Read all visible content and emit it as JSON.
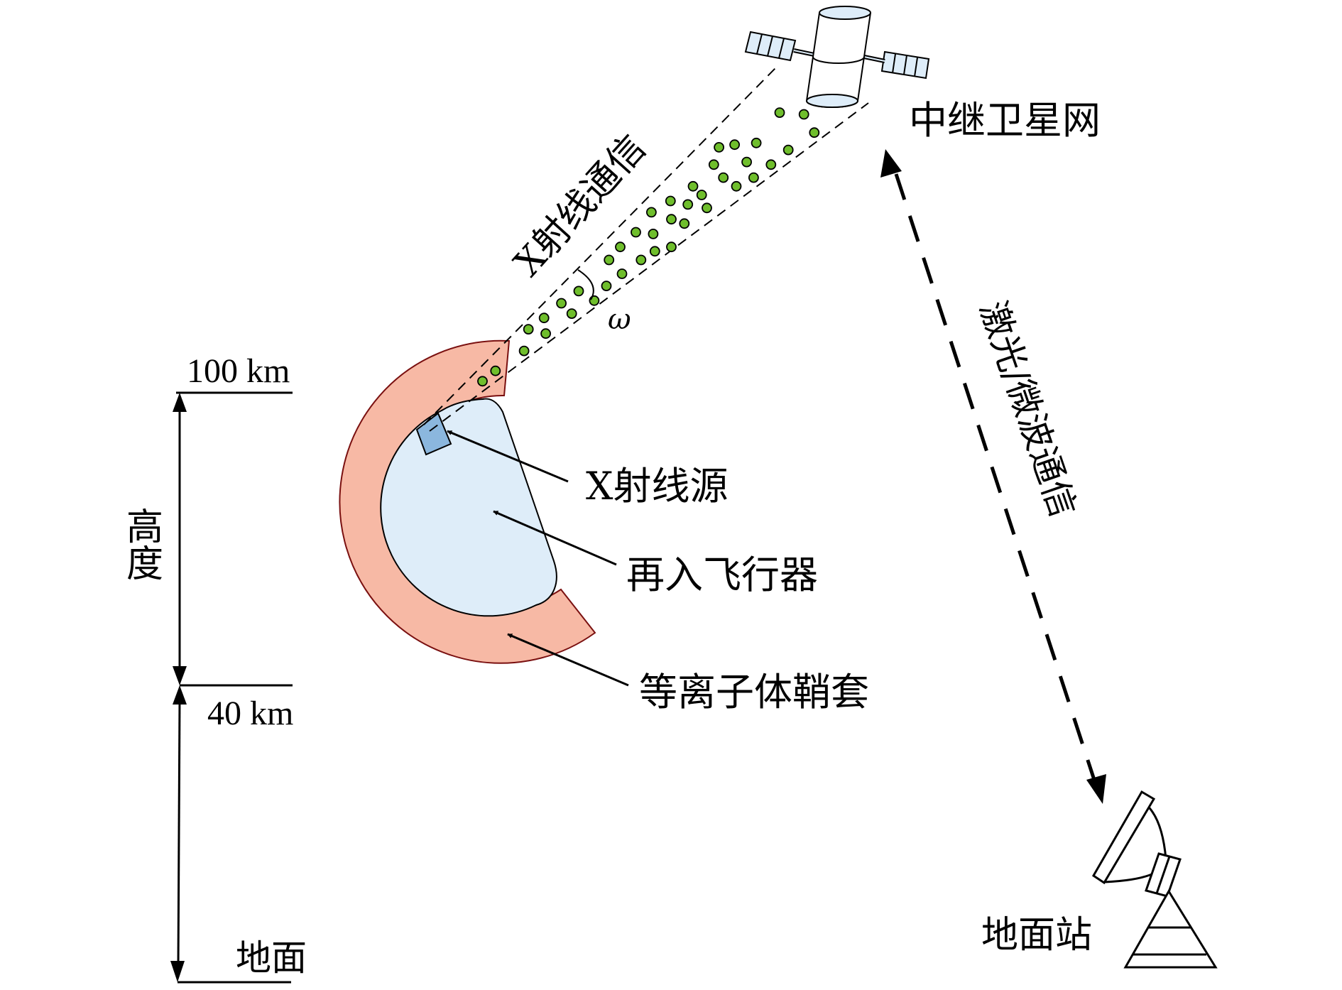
{
  "diagram": {
    "altitude": {
      "axis_label": "高度",
      "ticks": [
        "100 km",
        "40 km",
        "地面"
      ]
    },
    "vehicle": {
      "xray_source_label": "X射线源",
      "vehicle_label": "再入飞行器",
      "sheath_label": "等离子体鞘套"
    },
    "links": {
      "xray_label": "X射线通信",
      "divergence_symbol": "ω",
      "laser_label": "激光/微波通信"
    },
    "nodes": {
      "satellite_label": "中继卫星网",
      "ground_station_label": "地面站"
    },
    "colors": {
      "sheath_fill": "#f7b9a5",
      "sheath_stroke": "#7a1010",
      "vehicle_fill": "#deedf9",
      "source_fill": "#8bb7de",
      "photon_fill": "#6fbe2c",
      "panel_fill": "#deedf9"
    }
  }
}
